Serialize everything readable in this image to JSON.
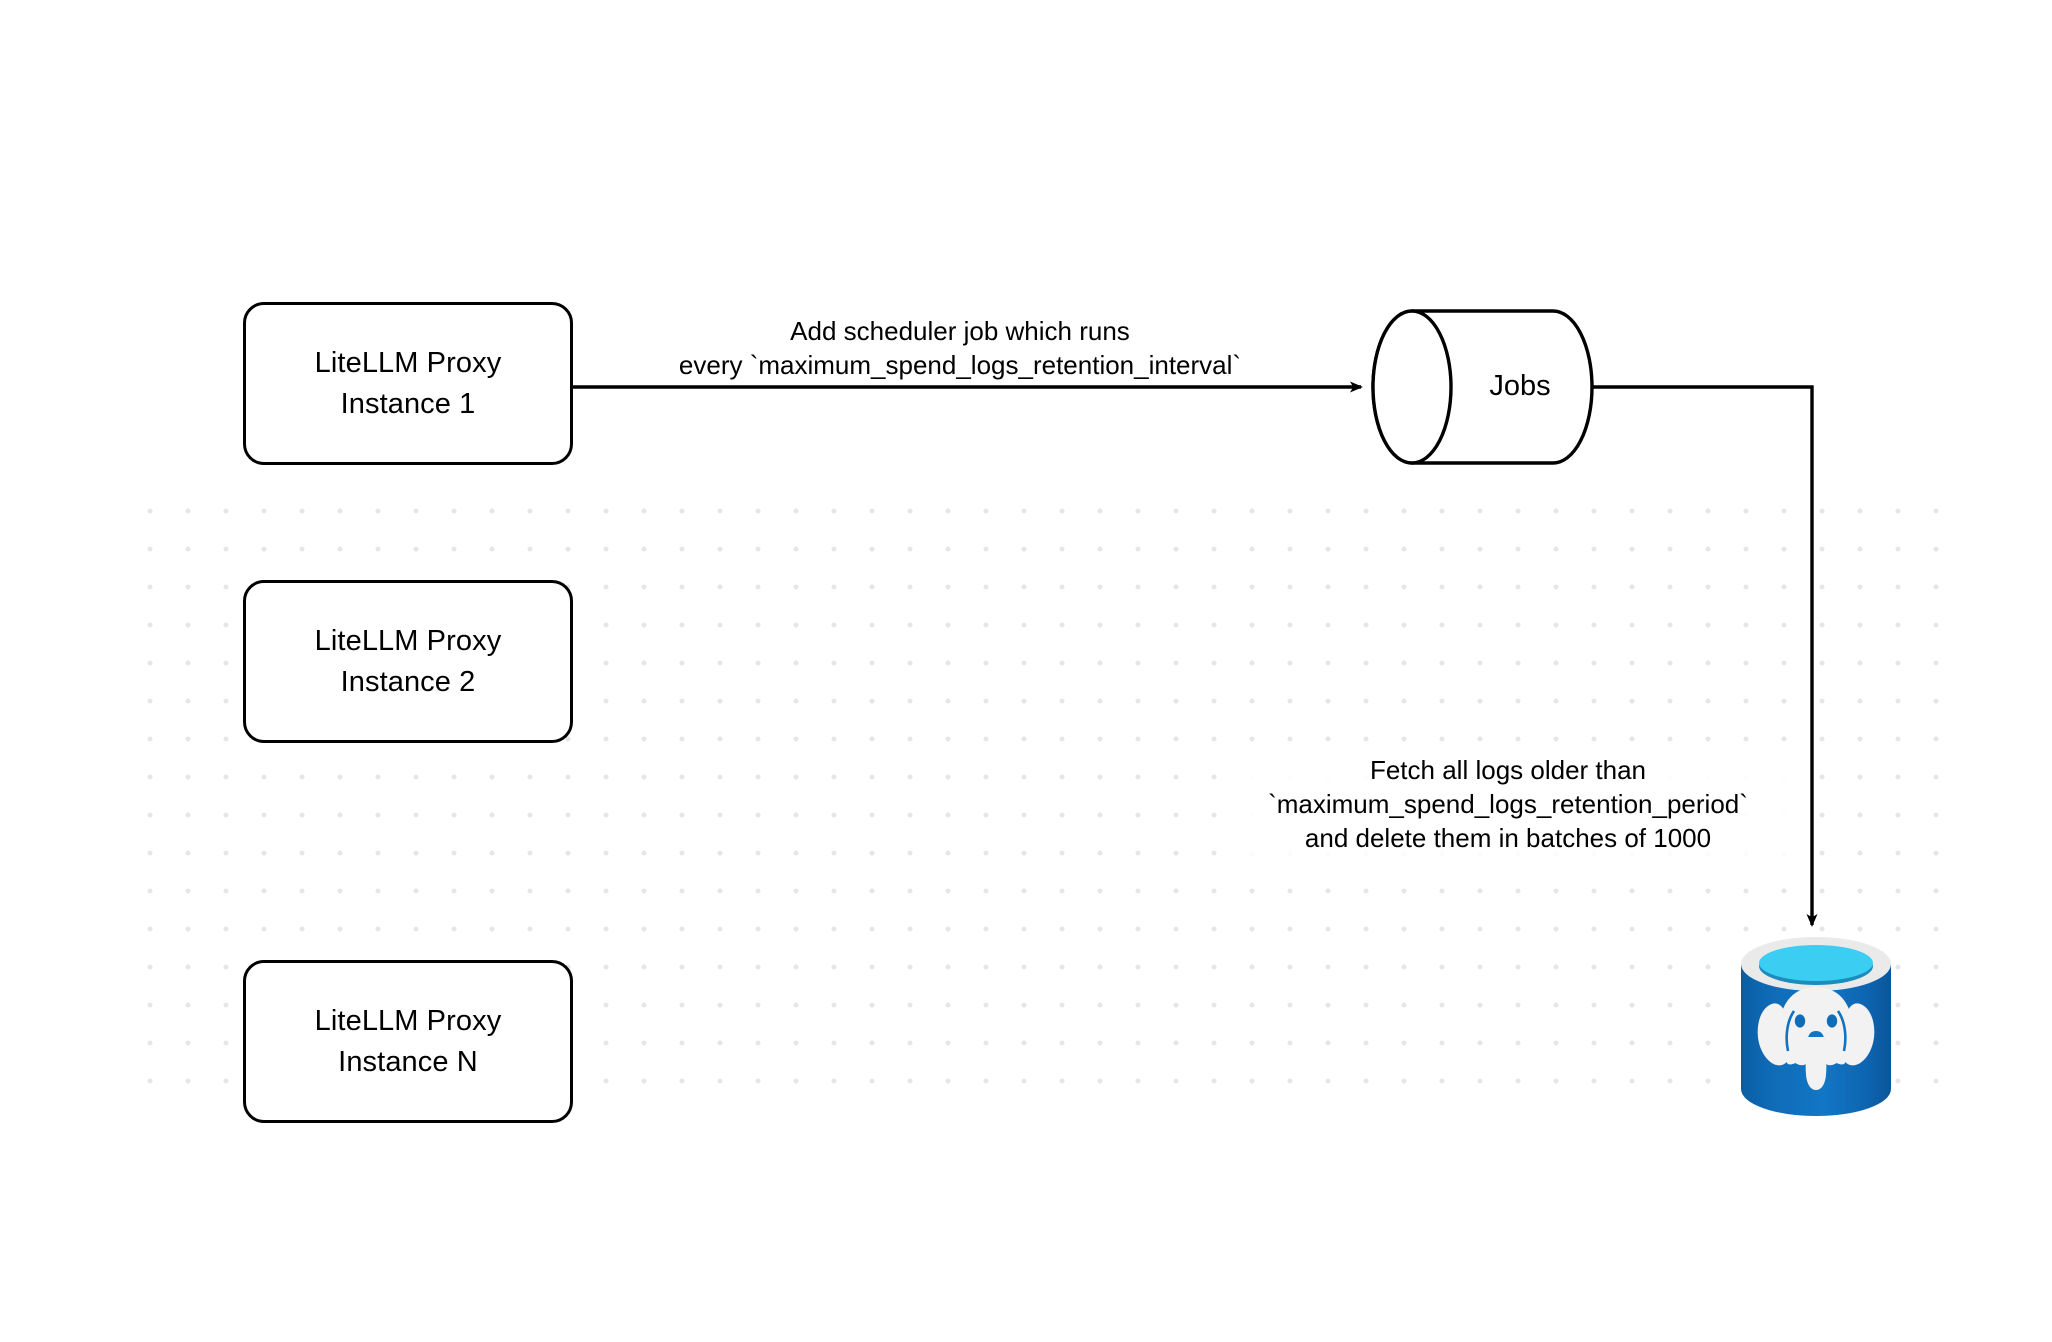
{
  "diagram": {
    "title": "LiteLLM spend logs retention scheduler flow",
    "background": "#ffffff",
    "grid_dot_color": "#e6e6e6",
    "stroke_color": "#000000"
  },
  "nodes": {
    "proxy_instances": [
      {
        "id": "proxy-1",
        "line1": "LiteLLM Proxy",
        "line2": "Instance 1",
        "text": "LiteLLM Proxy\nInstance 1"
      },
      {
        "id": "proxy-2",
        "line1": "LiteLLM Proxy",
        "line2": "Instance 2",
        "text": "LiteLLM Proxy\nInstance 2"
      },
      {
        "id": "proxy-n",
        "line1": "LiteLLM Proxy",
        "line2": "Instance N",
        "text": "LiteLLM Proxy\nInstance N"
      }
    ],
    "jobs_store": {
      "id": "jobs-cylinder",
      "label": "Jobs",
      "shape": "cylinder"
    },
    "database": {
      "id": "postgres-database",
      "icon": "postgresql-database-icon",
      "shape": "database-cylinder",
      "colors": {
        "body": "#0c64ad",
        "body_highlight": "#1474c4",
        "rim": "#e9e9e9",
        "top_fill": "#3ccdf2",
        "top_shadow": "#1a8fc4",
        "elephant": "#f2f2f2"
      }
    }
  },
  "edges": [
    {
      "id": "edge-scheduler",
      "from": "proxy-1",
      "to": "jobs-cylinder",
      "label": "Add scheduler job which runs\nevery `maximum_spend_logs_retention_interval`",
      "label_line1": "Add scheduler job which runs",
      "label_line2": "every `maximum_spend_logs_retention_interval`"
    },
    {
      "id": "edge-delete-logs",
      "from": "jobs-cylinder",
      "to": "postgres-database",
      "label": "Fetch all logs older than\n`maximum_spend_logs_retention_period`\nand delete them in batches of 1000",
      "label_line1": "Fetch all logs older than",
      "label_line2": "`maximum_spend_logs_retention_period`",
      "label_line3": "and delete them in batches of 1000"
    }
  ]
}
